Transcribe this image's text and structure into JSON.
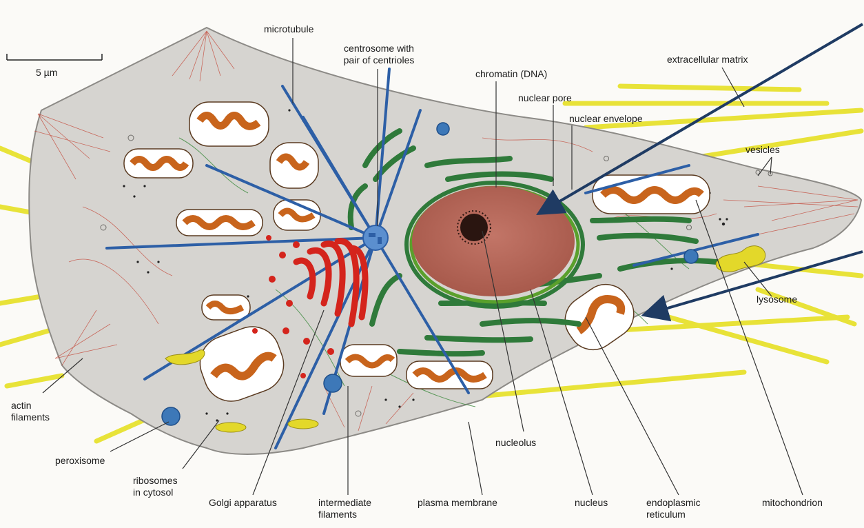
{
  "scale_bar": {
    "label": "5 µm"
  },
  "labels": {
    "microtubule": "microtubule",
    "centrosome": "centrosome with\npair of centrioles",
    "chromatin": "chromatin (DNA)",
    "nuclear_pore": "nuclear pore",
    "nuclear_envelope": "nuclear envelope",
    "extracellular_matrix": "extracellular matrix",
    "vesicles": "vesicles",
    "lysosome": "lysosome",
    "actin_filaments": "actin\nfilaments",
    "peroxisome": "peroxisome",
    "ribosomes": "ribosomes\nin cytosol",
    "golgi": "Golgi apparatus",
    "intermediate_filaments": "intermediate\nfilaments",
    "plasma_membrane": "plasma membrane",
    "nucleolus": "nucleolus",
    "nucleus": "nucleus",
    "endoplasmic_reticulum": "endoplasmic\nreticulum",
    "mitochondrion": "mitochondrion"
  },
  "colors": {
    "cytoplasm": "#d6d4d0",
    "membrane": "#8c8a86",
    "extracellular_fiber": "#e6e024",
    "actin": "#c23a2a",
    "microtubule": "#2d5fa6",
    "er": "#2f7a3a",
    "golgi": "#d4241c",
    "nucleus": "#b8685a",
    "nuclear_envelope": "#5aa02c",
    "mitochondrion": "#c8641c",
    "peroxisome": "#3d78b8",
    "lysosome": "#e3d82a",
    "pointer_arrow": "#1f3b63"
  }
}
